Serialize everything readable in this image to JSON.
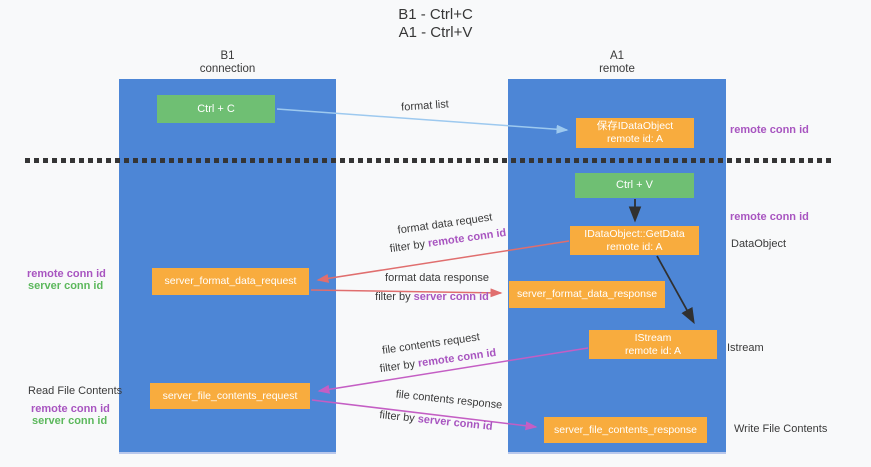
{
  "title": {
    "line1": "B1 - Ctrl+C",
    "line2": "A1 - Ctrl+V"
  },
  "columns": {
    "left": {
      "header_line1": "B1",
      "header_line2": "connection"
    },
    "right": {
      "header_line1": "A1",
      "header_line2": "remote"
    }
  },
  "boxes": {
    "ctrl_c": {
      "label": "Ctrl + C"
    },
    "save_idataobject": {
      "line1": "保存IDataObject",
      "line2": "remote id: A"
    },
    "ctrl_v": {
      "label": "Ctrl + V"
    },
    "getdata": {
      "line1": "IDataObject::GetData",
      "line2": "remote id: A"
    },
    "server_format_data_request": {
      "label": "server_format_data_request"
    },
    "server_format_data_response": {
      "label": "server_format_data_response"
    },
    "istream": {
      "line1": "IStream",
      "line2": "remote id: A"
    },
    "server_file_contents_request": {
      "label": "server_file_contents_request"
    },
    "server_file_contents_response": {
      "label": "server_file_contents_response"
    }
  },
  "flow_labels": {
    "format_list": "format list",
    "format_data_request": "format data request",
    "filter_remote_1": {
      "prefix": "filter by ",
      "key": "remote conn id"
    },
    "format_data_response": "format data response",
    "filter_server_1": {
      "prefix": "filter by ",
      "key": "server conn id"
    },
    "file_contents_request": "file contents request",
    "filter_remote_2": {
      "prefix": "filter by ",
      "key": "remote conn id"
    },
    "file_contents_response": "file contents response",
    "filter_server_2": {
      "prefix": "filter by ",
      "key": "server conn id"
    }
  },
  "side_labels": {
    "left": {
      "remote_conn_id_1": "remote conn id",
      "server_conn_id_1": "server conn id",
      "read_file_contents": "Read File Contents",
      "remote_conn_id_2": "remote conn id",
      "server_conn_id_2": "server conn id"
    },
    "right": {
      "remote_conn_id_1": "remote conn id",
      "remote_conn_id_2": "remote conn id",
      "dataobject": "DataObject",
      "istream": "Istream",
      "write_file_contents": "Write File Contents"
    }
  },
  "colors": {
    "column_blue": "#4d86d6",
    "box_green": "#6fbf73",
    "box_orange": "#f8ac3e",
    "arrow_blue": "#9dc9ef",
    "arrow_red": "#e06e6e",
    "arrow_magenta": "#c45ec4",
    "arrow_black": "#303030",
    "text_purple": "#a855c0",
    "text_green": "#5cb85c"
  }
}
